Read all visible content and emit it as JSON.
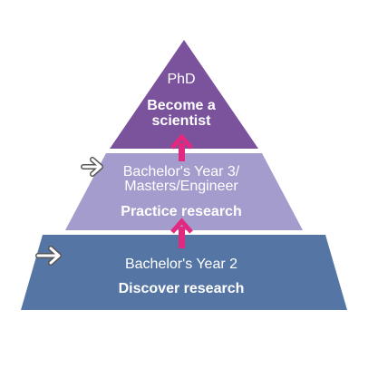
{
  "tiers": {
    "top": {
      "level": "PhD",
      "goal_line1": "Become a",
      "goal_line2": "scientist",
      "color": "#7b539d"
    },
    "middle": {
      "level_line1": "Bachelor's Year 3/",
      "level_line2": "Masters/Engineer",
      "goal": "Practice research",
      "color": "#a39ccd"
    },
    "bottom": {
      "level": "Bachelor's Year 2",
      "goal": "Discover research",
      "color": "#5575a5"
    }
  },
  "colors": {
    "up_arrow": "#e2297f",
    "side_arrow": "#ffffff",
    "side_arrow_stroke": "#555555"
  }
}
